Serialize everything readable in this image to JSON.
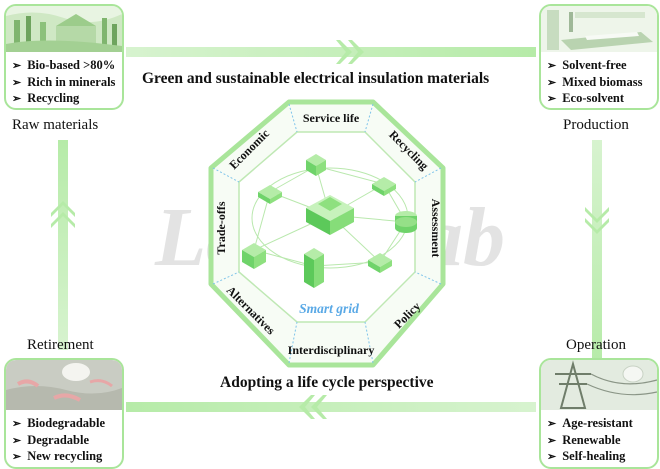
{
  "headline_top": "Green and sustainable electrical insulation materials",
  "headline_bottom": "Adopting a life cycle perspective",
  "watermark": "Lanciolab",
  "center_label": "Smart grid",
  "stages": {
    "raw": {
      "label": "Raw materials",
      "bullets": [
        "Bio-based >80%",
        "Rich in minerals",
        "Recycling"
      ]
    },
    "production": {
      "label": "Production",
      "bullets": [
        "Solvent-free",
        "Mixed biomass",
        "Eco-solvent"
      ]
    },
    "operation": {
      "label": "Operation",
      "bullets": [
        "Age-resistant",
        "Renewable",
        "Self-healing"
      ]
    },
    "retirement": {
      "label": "Retirement",
      "bullets": [
        "Biodegradable",
        "Degradable",
        "New recycling"
      ]
    }
  },
  "octagon_labels": {
    "top": "Service life",
    "top_right": "Recycling",
    "right": "Assessment",
    "bottom_right": "Policy",
    "bottom": "Interdisciplinary",
    "bottom_left": "Alternatives",
    "left": "Trade-offs",
    "top_left": "Economic"
  },
  "colors": {
    "accent_green": "#a9e59a",
    "arrow_green": "#b6eba8",
    "grid_blue": "#5aa9e6"
  }
}
